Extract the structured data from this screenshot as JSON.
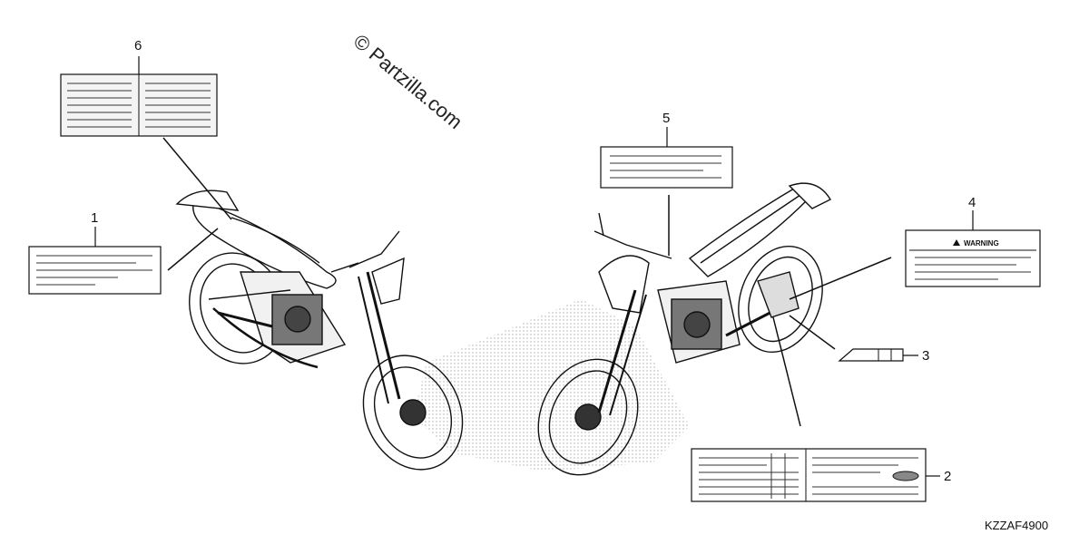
{
  "watermark": "© Partzilla.com",
  "diagram_code": "KZZAF4900",
  "warning_label_text": "WARNING",
  "callouts": [
    "1",
    "2",
    "3",
    "4",
    "5",
    "6"
  ]
}
